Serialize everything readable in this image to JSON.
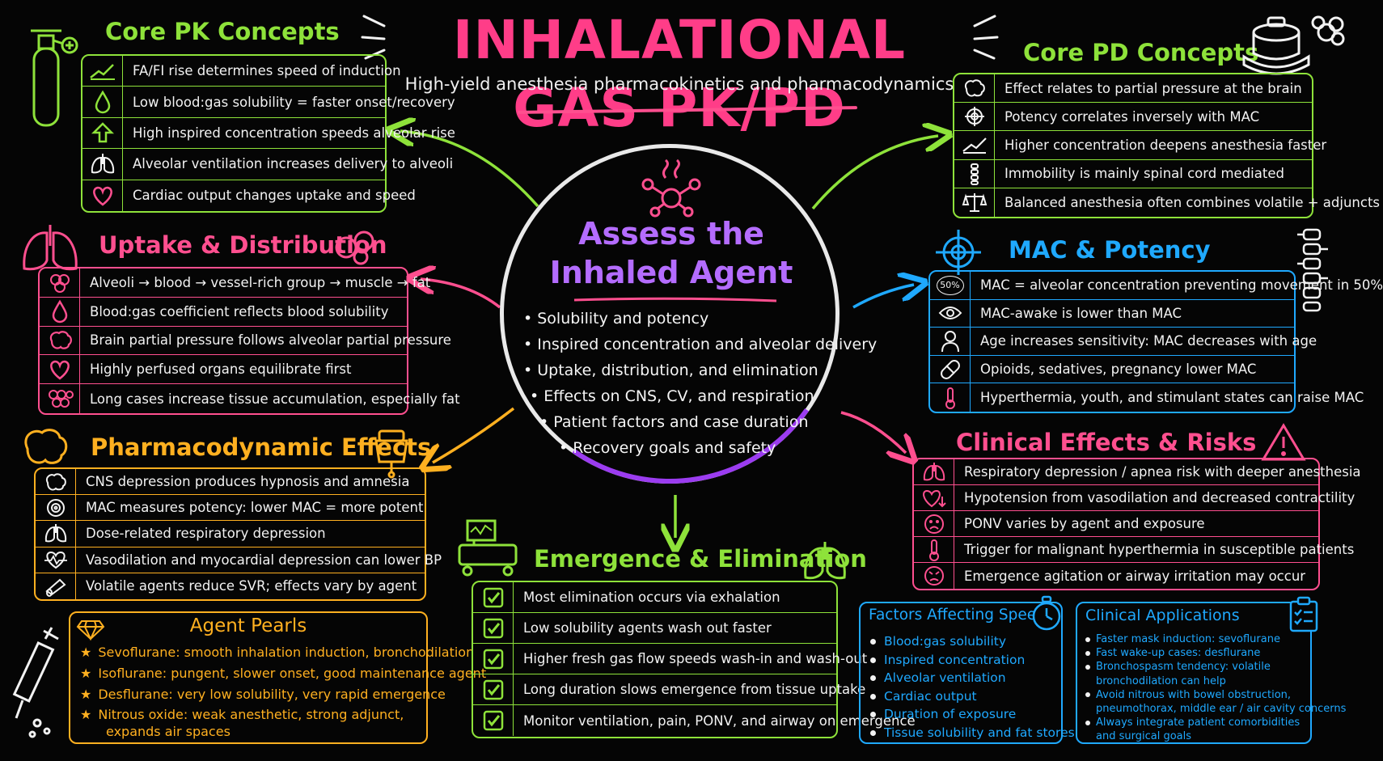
{
  "header": {
    "title": "INHALATIONAL GAS PK/PD",
    "subtitle": "High-yield anesthesia pharmacokinetics and pharmacodynamics"
  },
  "center": {
    "title_line1": "Assess the",
    "title_line2": "Inhaled Agent",
    "items": [
      "Solubility and potency",
      "Inspired concentration and alveolar delivery",
      "Uptake, distribution, and elimination",
      "Effects on CNS, CV, and respiration",
      "Patient factors and case duration",
      "Recovery goals and safety"
    ]
  },
  "core_pk": {
    "title": "Core PK Concepts",
    "rows": [
      {
        "icon": "rising-chart-icon",
        "text": "FA/FI rise determines speed of induction"
      },
      {
        "icon": "drop-icon",
        "text": "Low blood:gas solubility = faster onset/recovery"
      },
      {
        "icon": "up-arrow-icon",
        "text": "High inspired concentration speeds alveolar rise"
      },
      {
        "icon": "lungs-icon",
        "text": "Alveolar ventilation increases delivery to alveoli"
      },
      {
        "icon": "heart-icon",
        "text": "Cardiac output changes uptake and speed"
      }
    ]
  },
  "uptake": {
    "title": "Uptake & Distribution",
    "rows": [
      {
        "icon": "alveoli-icon",
        "text": "Alveoli → blood → vessel-rich group → muscle → fat"
      },
      {
        "icon": "drop-icon",
        "text": "Blood:gas coefficient reflects blood solubility"
      },
      {
        "icon": "brain-icon",
        "text": "Brain partial pressure follows alveolar partial pressure"
      },
      {
        "icon": "heart-icon",
        "text": "Highly perfused organs equilibrate first"
      },
      {
        "icon": "fat-cells-icon",
        "text": "Long cases increase tissue accumulation, especially fat"
      }
    ]
  },
  "pd_effects": {
    "title": "Pharmacodynamic Effects",
    "rows": [
      {
        "icon": "brain-icon",
        "text": "CNS depression produces hypnosis and amnesia"
      },
      {
        "icon": "target-icon",
        "text": "MAC measures potency: lower MAC = more potent"
      },
      {
        "icon": "lungs-icon",
        "text": "Dose-related respiratory depression"
      },
      {
        "icon": "heartbeat-icon",
        "text": "Vasodilation and myocardial depression can lower BP"
      },
      {
        "icon": "vessel-icon",
        "text": "Volatile agents reduce SVR; effects vary by agent"
      }
    ]
  },
  "pearls": {
    "title": "Agent Pearls",
    "items": [
      "Sevoflurane: smooth inhalation induction, bronchodilation",
      "Isoflurane: pungent, slower onset, good maintenance agent",
      "Desflurane: very low solubility, very rapid emergence",
      "Nitrous oxide: weak anesthetic, strong adjunct,",
      "expands air spaces"
    ]
  },
  "emergence": {
    "title": "Emergence & Elimination",
    "rows": [
      "Most elimination occurs via exhalation",
      "Low solubility agents wash out faster",
      "Higher fresh gas flow speeds wash-in and wash-out",
      "Long duration slows emergence from tissue uptake",
      "Monitor ventilation, pain, PONV, and airway on emergence"
    ]
  },
  "core_pd": {
    "title": "Core PD Concepts",
    "rows": [
      {
        "icon": "brain-icon",
        "text": "Effect relates to partial pressure at the brain"
      },
      {
        "icon": "target-icon",
        "text": "Potency correlates inversely with MAC"
      },
      {
        "icon": "rising-chart-icon",
        "text": "Higher concentration deepens anesthesia faster"
      },
      {
        "icon": "spine-icon",
        "text": "Immobility is mainly spinal cord mediated"
      },
      {
        "icon": "scale-icon",
        "text": "Balanced anesthesia often combines volatile + adjuncts"
      }
    ]
  },
  "mac": {
    "title": "MAC & Potency",
    "badge": "50%",
    "rows": [
      {
        "icon": "fifty-percent-icon",
        "text": "MAC = alveolar concentration preventing movement in 50%"
      },
      {
        "icon": "eye-icon",
        "text": "MAC-awake is lower than MAC"
      },
      {
        "icon": "elderly-person-icon",
        "text": "Age increases sensitivity: MAC decreases with age"
      },
      {
        "icon": "pill-icon",
        "text": "Opioids, sedatives, pregnancy lower MAC"
      },
      {
        "icon": "thermometer-icon",
        "text": "Hyperthermia, youth, and stimulant states can raise MAC"
      }
    ]
  },
  "clinical_effects": {
    "title": "Clinical Effects & Risks",
    "rows": [
      {
        "icon": "lungs-icon",
        "text": "Respiratory depression / apnea risk with deeper anesthesia"
      },
      {
        "icon": "heart-down-icon",
        "text": "Hypotension from vasodilation and decreased contractility"
      },
      {
        "icon": "sick-face-icon",
        "text": "PONV varies by agent and exposure"
      },
      {
        "icon": "thermometer-icon",
        "text": "Trigger for malignant hyperthermia in susceptible patients"
      },
      {
        "icon": "agitated-face-icon",
        "text": "Emergence agitation or airway irritation may occur"
      }
    ]
  },
  "factors": {
    "title": "Factors Affecting Speed",
    "items": [
      "Blood:gas solubility",
      "Inspired concentration",
      "Alveolar ventilation",
      "Cardiac output",
      "Duration of exposure",
      "Tissue solubility and fat stores"
    ]
  },
  "applications": {
    "title": "Clinical Applications",
    "items": [
      "Faster mask induction: sevoflurane",
      "Fast wake-up cases: desflurane",
      "Bronchospasm tendency: volatile",
      "bronchodilation can help",
      "Avoid nitrous with bowel obstruction,",
      "pneumothorax, middle ear / air cavity concerns",
      "Always integrate patient comorbidities",
      "and surgical goals"
    ]
  },
  "colors": {
    "green": "#8ee23a",
    "pink": "#ff4f8f",
    "orange": "#ffb020",
    "blue": "#1fa9ff",
    "purple": "#b46cff"
  }
}
